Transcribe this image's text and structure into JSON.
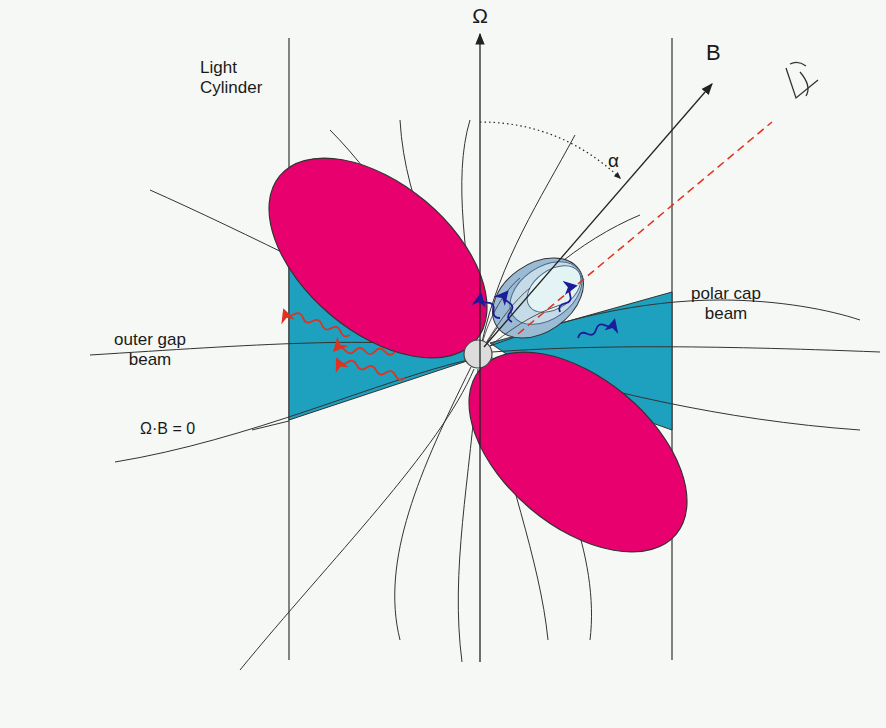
{
  "diagram": {
    "labels": [
      "Ω",
      "B",
      "α",
      "Light Cylinder",
      "polar cap beam",
      "outer gap beam",
      "Ω·B = 0"
    ]
  }
}
